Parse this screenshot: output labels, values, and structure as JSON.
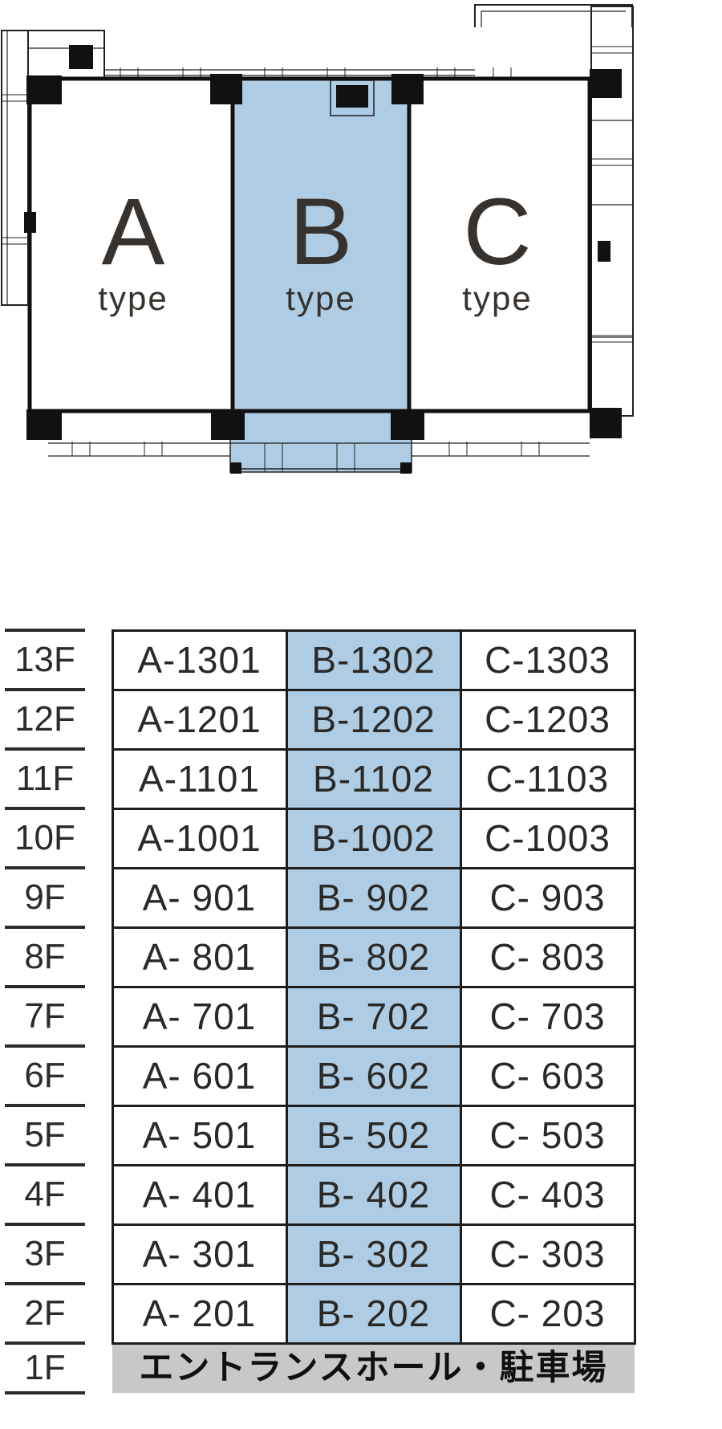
{
  "plan": {
    "units": [
      {
        "letter": "A",
        "suffix": "type"
      },
      {
        "letter": "B",
        "suffix": "type"
      },
      {
        "letter": "C",
        "suffix": "type"
      }
    ]
  },
  "table": {
    "rows": [
      {
        "floor": "13F",
        "a": "A-1301",
        "b": "B-1302",
        "c": "C-1303"
      },
      {
        "floor": "12F",
        "a": "A-1201",
        "b": "B-1202",
        "c": "C-1203"
      },
      {
        "floor": "11F",
        "a": "A-1101",
        "b": "B-1102",
        "c": "C-1103"
      },
      {
        "floor": "10F",
        "a": "A-1001",
        "b": "B-1002",
        "c": "C-1003"
      },
      {
        "floor": "9F",
        "a": "A- 901",
        "b": "B- 902",
        "c": "C- 903"
      },
      {
        "floor": "8F",
        "a": "A- 801",
        "b": "B- 802",
        "c": "C- 803"
      },
      {
        "floor": "7F",
        "a": "A- 701",
        "b": "B- 702",
        "c": "C- 703"
      },
      {
        "floor": "6F",
        "a": "A- 601",
        "b": "B- 602",
        "c": "C- 603"
      },
      {
        "floor": "5F",
        "a": "A- 501",
        "b": "B- 502",
        "c": "C- 503"
      },
      {
        "floor": "4F",
        "a": "A- 401",
        "b": "B- 402",
        "c": "C- 403"
      },
      {
        "floor": "3F",
        "a": "A- 301",
        "b": "B- 302",
        "c": "C- 303"
      },
      {
        "floor": "2F",
        "a": "A- 201",
        "b": "B- 202",
        "c": "C- 203"
      }
    ],
    "ground": {
      "floor": "1F",
      "label": "エントランスホール・駐車場"
    }
  },
  "colors": {
    "highlight_blue": "#aecce4",
    "ground_gray": "#c8c8c8"
  }
}
